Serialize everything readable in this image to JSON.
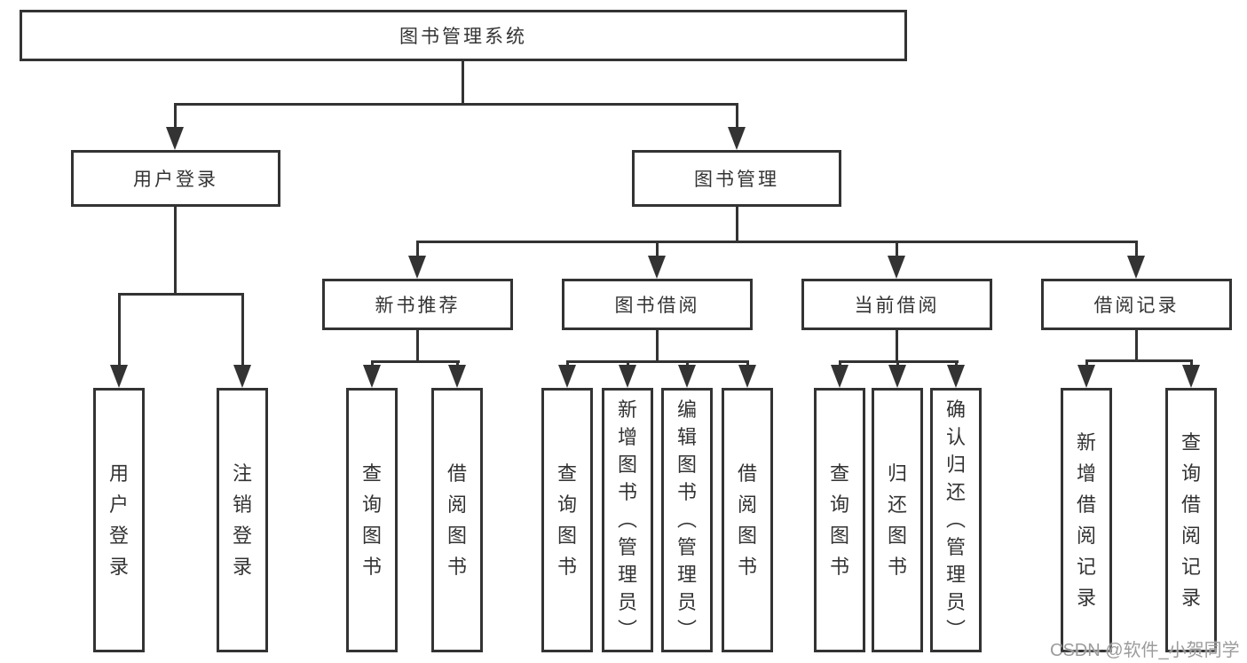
{
  "colors": {
    "line": "#333333",
    "text": "#333333",
    "watermark": "#9c9c9c",
    "background": "#ffffff"
  },
  "watermark": "CSDN @软件_小贺同学",
  "tree": {
    "label": "图书管理系统",
    "children": [
      {
        "label": "用户登录",
        "children": [
          {
            "label": "用户登录"
          },
          {
            "label": "注销登录"
          }
        ]
      },
      {
        "label": "图书管理",
        "children": [
          {
            "label": "新书推荐",
            "children": [
              {
                "label": "查询图书"
              },
              {
                "label": "借阅图书"
              }
            ]
          },
          {
            "label": "图书借阅",
            "children": [
              {
                "label": "查询图书"
              },
              {
                "label": "新增图书（管理员）"
              },
              {
                "label": "编辑图书（管理员）"
              },
              {
                "label": "借阅图书"
              }
            ]
          },
          {
            "label": "当前借阅",
            "children": [
              {
                "label": "查询图书"
              },
              {
                "label": "归还图书"
              },
              {
                "label": "确认归还（管理员）"
              }
            ]
          },
          {
            "label": "借阅记录",
            "children": [
              {
                "label": "新增借阅记录"
              },
              {
                "label": "查询借阅记录"
              }
            ]
          }
        ]
      }
    ]
  }
}
